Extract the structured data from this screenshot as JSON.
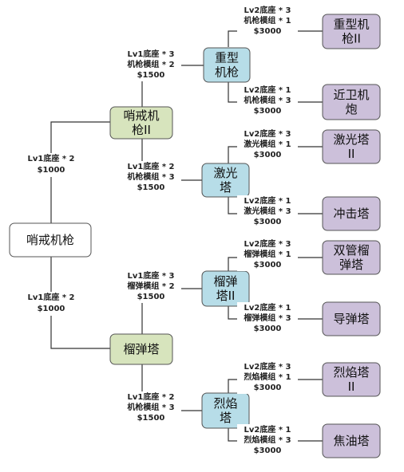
{
  "colors": {
    "root_fill": "#ffffff",
    "tier2_fill": "#d7e4bd",
    "tier3_fill": "#b7dde8",
    "tier4_fill": "#ccc0da",
    "border": "#555555",
    "line": "#333333"
  },
  "nodes": {
    "root": {
      "lines": [
        "哨戒机枪"
      ]
    },
    "sentry2": {
      "lines": [
        "哨戒机",
        "枪II"
      ]
    },
    "grenade": {
      "lines": [
        "榴弹塔"
      ]
    },
    "heavy_mg": {
      "lines": [
        "重型",
        "机枪"
      ]
    },
    "laser": {
      "lines": [
        "激光",
        "塔"
      ]
    },
    "grenade2": {
      "lines": [
        "榴弹",
        "塔II"
      ]
    },
    "flame": {
      "lines": [
        "烈焰",
        "塔"
      ]
    },
    "heavy_mg2": {
      "lines": [
        "重型机",
        "枪II"
      ]
    },
    "cqb_cannon": {
      "lines": [
        "近卫机",
        "炮"
      ]
    },
    "laser2": {
      "lines": [
        "激光塔",
        "II"
      ]
    },
    "impact": {
      "lines": [
        "冲击塔"
      ]
    },
    "twin_grenade": {
      "lines": [
        "双管榴",
        "弹塔"
      ]
    },
    "missile": {
      "lines": [
        "导弹塔"
      ]
    },
    "flame2": {
      "lines": [
        "烈焰塔",
        "II"
      ]
    },
    "napalm": {
      "lines": [
        "焦油塔"
      ]
    }
  },
  "costs": {
    "root_to_sentry2": [
      "Lv1底座 * 2",
      "$1000"
    ],
    "root_to_grenade": [
      "Lv1底座 * 2",
      "$1000"
    ],
    "sentry2_to_heavy": [
      "Lv1底座 * 3",
      "机枪模组 * 2",
      "$1500"
    ],
    "sentry2_to_laser": [
      "Lv1底座 * 2",
      "机枪模组 * 3",
      "$1500"
    ],
    "grenade_to_grenade2": [
      "Lv1底座 * 3",
      "榴弹模组 * 2",
      "$1500"
    ],
    "grenade_to_flame": [
      "Lv1底座 * 2",
      "机枪模组 * 3",
      "$1500"
    ],
    "heavy_to_heavy2": [
      "Lv2底座 * 3",
      "机枪模组 * 1",
      "$3000"
    ],
    "heavy_to_cqb": [
      "Lv2底座 * 1",
      "机枪模组 * 3",
      "$3000"
    ],
    "laser_to_laser2": [
      "Lv2底座 * 3",
      "激光模组 * 1",
      "$3000"
    ],
    "laser_to_impact": [
      "Lv2底座 * 1",
      "激光模组 * 3",
      "$3000"
    ],
    "grenade2_to_twin": [
      "Lv2底座 * 3",
      "榴弹模组 * 1",
      "$3000"
    ],
    "grenade2_to_missile": [
      "Lv2底座 * 1",
      "榴弹模组 * 3",
      "$3000"
    ],
    "flame_to_flame2": [
      "Lv2底座 * 3",
      "烈焰模组 * 1",
      "$3000"
    ],
    "flame_to_napalm": [
      "Lv2底座 * 1",
      "烈焰模组 * 3",
      "$3000"
    ]
  }
}
